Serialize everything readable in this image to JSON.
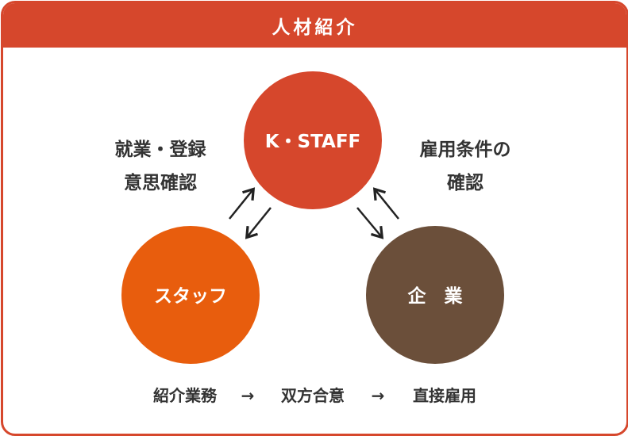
{
  "header": {
    "title": "人材紹介"
  },
  "nodes": {
    "center": {
      "label": "K・STAFF",
      "color": "#d6472c"
    },
    "staff": {
      "label": "スタッフ",
      "color": "#e85d0d"
    },
    "company": {
      "label": "企　業",
      "color": "#6b4f3a"
    }
  },
  "annotations": {
    "left": {
      "line1": "就業・登録",
      "line2": "意思確認"
    },
    "right": {
      "line1": "雇用条件の",
      "line2": "確認"
    }
  },
  "flow": {
    "step1": "紹介業務",
    "step2": "双方合意",
    "step3": "直接雇用",
    "arrow": "→"
  },
  "colors": {
    "accent": "#d6472c",
    "text": "#333333"
  }
}
